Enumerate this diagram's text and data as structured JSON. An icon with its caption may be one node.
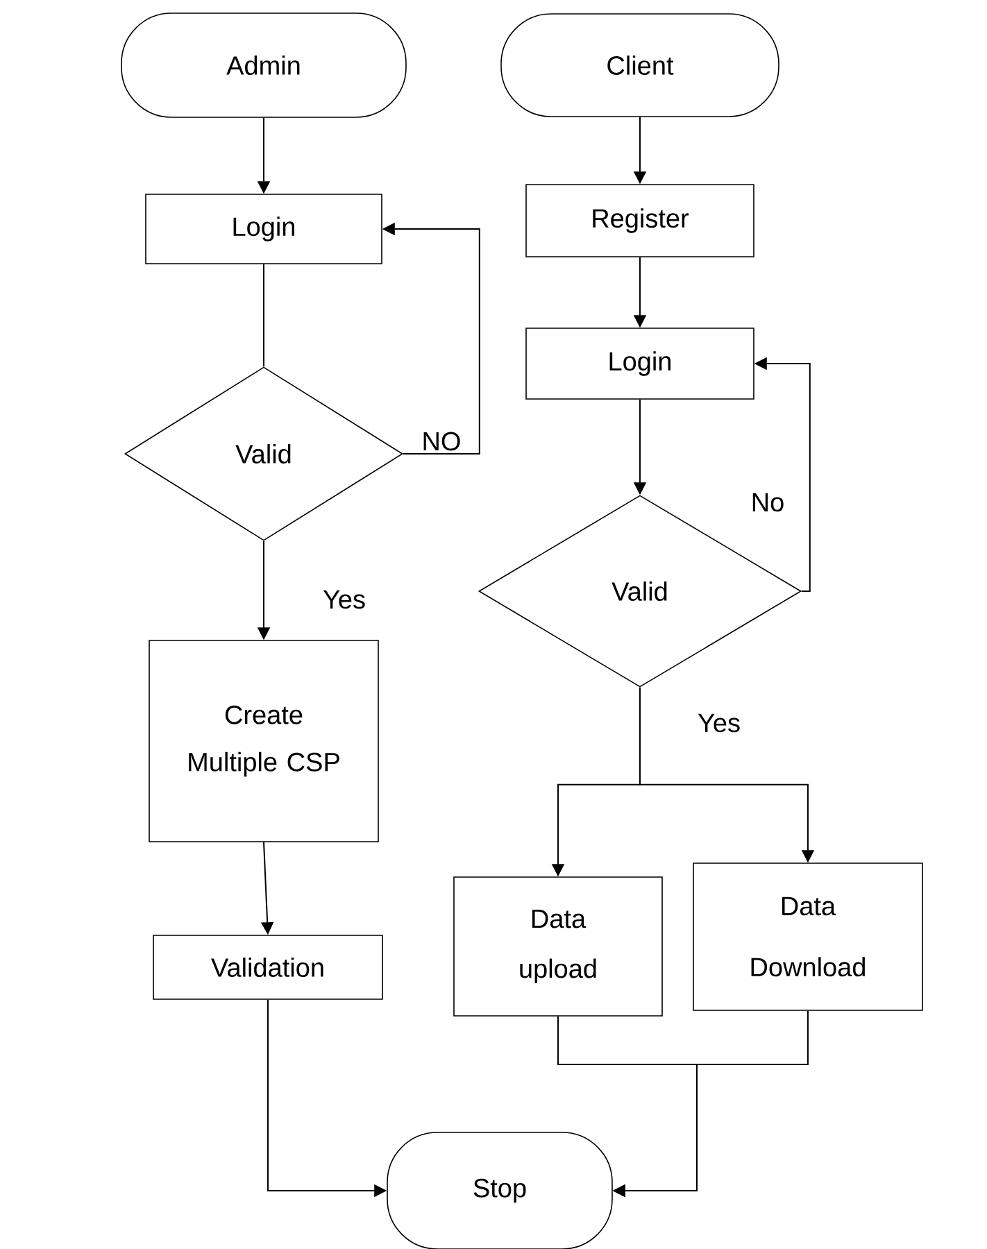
{
  "diagram": {
    "nodes": [
      {
        "text": [
          "Admin"
        ]
      },
      {
        "text": [
          "Login"
        ]
      },
      {
        "text": [
          "Valid"
        ]
      },
      {
        "text": [
          "Create Multiple CSP"
        ]
      },
      {
        "text": [
          "Validation"
        ]
      },
      {
        "text": [
          "Client"
        ]
      },
      {
        "text": [
          "Register"
        ]
      },
      {
        "text": [
          "Login"
        ]
      },
      {
        "text": [
          "Valid"
        ]
      },
      {
        "text": [
          "Data upload"
        ]
      },
      {
        "text": [
          "Data Download"
        ]
      },
      {
        "text": [
          "Stop"
        ]
      }
    ],
    "edges": [
      {
        "from": 0,
        "to": 1,
        "arrow": "to"
      },
      {
        "from": 1,
        "to": 2,
        "arrow": "none"
      },
      {
        "from": 2,
        "to": 1,
        "arrow": "to",
        "label": "NO"
      },
      {
        "from": 2,
        "to": 3,
        "arrow": "to",
        "label": "Yes"
      },
      {
        "from": 3,
        "to": 4,
        "arrow": "to"
      },
      {
        "from": 5,
        "to": 6,
        "arrow": "to"
      },
      {
        "from": 6,
        "to": 7,
        "arrow": "to"
      },
      {
        "from": 7,
        "to": 8,
        "arrow": "to"
      },
      {
        "from": 8,
        "to": 7,
        "arrow": "to",
        "label": "No"
      },
      {
        "from": 8,
        "to": 9,
        "arrow": "to",
        "label": "Yes"
      },
      {
        "from": 8,
        "to": 10,
        "arrow": "to"
      },
      {
        "from": 4,
        "to": 11,
        "arrow": "to"
      },
      {
        "from": 9,
        "to": 11,
        "arrow": "to"
      },
      {
        "from": 10,
        "to": 11,
        "arrow": "to"
      }
    ]
  }
}
